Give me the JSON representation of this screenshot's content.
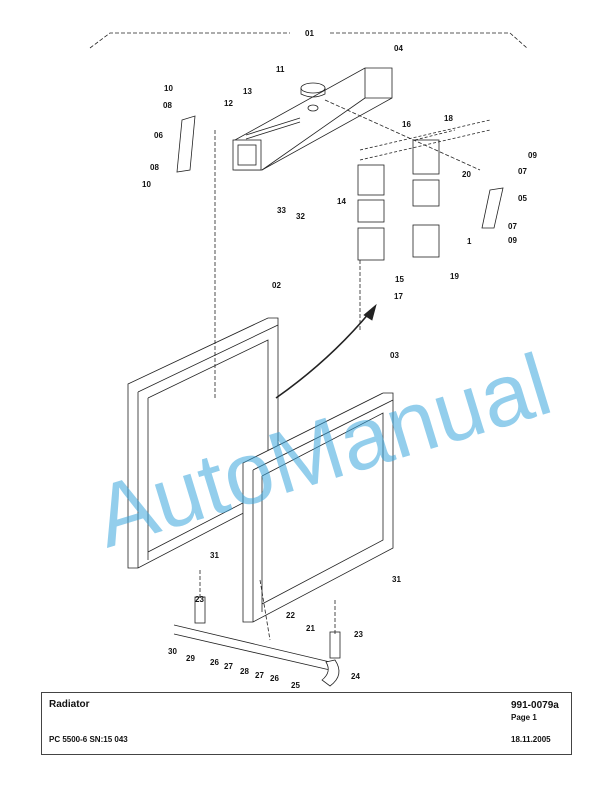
{
  "watermark": "AutoManual",
  "callouts": [
    "01",
    "02",
    "03",
    "04",
    "05",
    "06",
    "07",
    "07",
    "08",
    "08",
    "09",
    "09",
    "10",
    "10",
    "11",
    "12",
    "13",
    "14",
    "15",
    "16",
    "17",
    "18",
    "19",
    "20",
    "1",
    "21",
    "22",
    "23",
    "23",
    "24",
    "25",
    "26",
    "26",
    "27",
    "27",
    "28",
    "29",
    "30",
    "31",
    "31",
    "32",
    "33"
  ],
  "title_block": {
    "title": "Radiator",
    "doc_number": "991-0079a",
    "page": "Page 1",
    "model": "PC 5500-6 SN:15 043",
    "date": "18.11.2005"
  }
}
